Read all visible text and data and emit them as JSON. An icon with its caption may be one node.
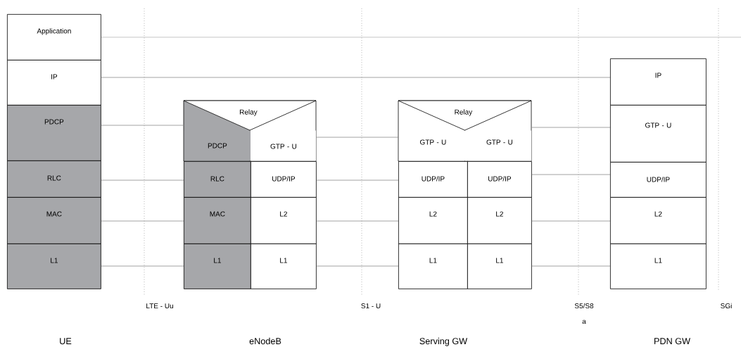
{
  "diagram": {
    "nodes": [
      {
        "text": [
          "Application"
        ]
      },
      {
        "text": [
          "IP"
        ]
      },
      {
        "text": [
          "PDCP"
        ]
      },
      {
        "text": [
          "RLC"
        ]
      },
      {
        "text": [
          "MAC"
        ]
      },
      {
        "text": [
          "L1"
        ]
      },
      {
        "text": [
          "Relay"
        ]
      },
      {
        "text": [
          "PDCP"
        ]
      },
      {
        "text": [
          "GTP - U"
        ]
      },
      {
        "text": [
          "RLC"
        ]
      },
      {
        "text": [
          "UDP/IP"
        ]
      },
      {
        "text": [
          "MAC"
        ]
      },
      {
        "text": [
          "L2"
        ]
      },
      {
        "text": [
          "L1"
        ]
      },
      {
        "text": [
          "L1"
        ]
      },
      {
        "text": [
          "Relay"
        ]
      },
      {
        "text": [
          "GTP - U"
        ]
      },
      {
        "text": [
          "GTP - U"
        ]
      },
      {
        "text": [
          "UDP/IP"
        ]
      },
      {
        "text": [
          "UDP/IP"
        ]
      },
      {
        "text": [
          "L2"
        ]
      },
      {
        "text": [
          "L2"
        ]
      },
      {
        "text": [
          "L1"
        ]
      },
      {
        "text": [
          "L1"
        ]
      },
      {
        "text": [
          "IP"
        ]
      },
      {
        "text": [
          "GTP - U"
        ]
      },
      {
        "text": [
          "UDP/IP"
        ]
      },
      {
        "text": [
          "L2"
        ]
      },
      {
        "text": [
          "L1"
        ]
      }
    ],
    "edges": [
      {
        "from": 0,
        "to": null,
        "arrow": "none"
      },
      {
        "from": 1,
        "to": 24,
        "arrow": "none"
      },
      {
        "from": 2,
        "to": 7,
        "arrow": "none"
      },
      {
        "from": 3,
        "to": 9,
        "arrow": "none"
      },
      {
        "from": 4,
        "to": 11,
        "arrow": "none"
      },
      {
        "from": 5,
        "to": 13,
        "arrow": "none"
      },
      {
        "from": 8,
        "to": 16,
        "arrow": "none"
      },
      {
        "from": 10,
        "to": 18,
        "arrow": "none"
      },
      {
        "from": 12,
        "to": 20,
        "arrow": "none"
      },
      {
        "from": 14,
        "to": 22,
        "arrow": "none"
      },
      {
        "from": 17,
        "to": 25,
        "arrow": "none"
      },
      {
        "from": 19,
        "to": 26,
        "arrow": "none"
      },
      {
        "from": 21,
        "to": 27,
        "arrow": "none"
      },
      {
        "from": 23,
        "to": 28,
        "arrow": "none"
      }
    ],
    "labels": [
      "LTE - Uu",
      "S1 - U",
      "S5/S8",
      "a",
      "SGi",
      "UE",
      "eNodeB",
      "Serving GW",
      "PDN GW"
    ]
  }
}
